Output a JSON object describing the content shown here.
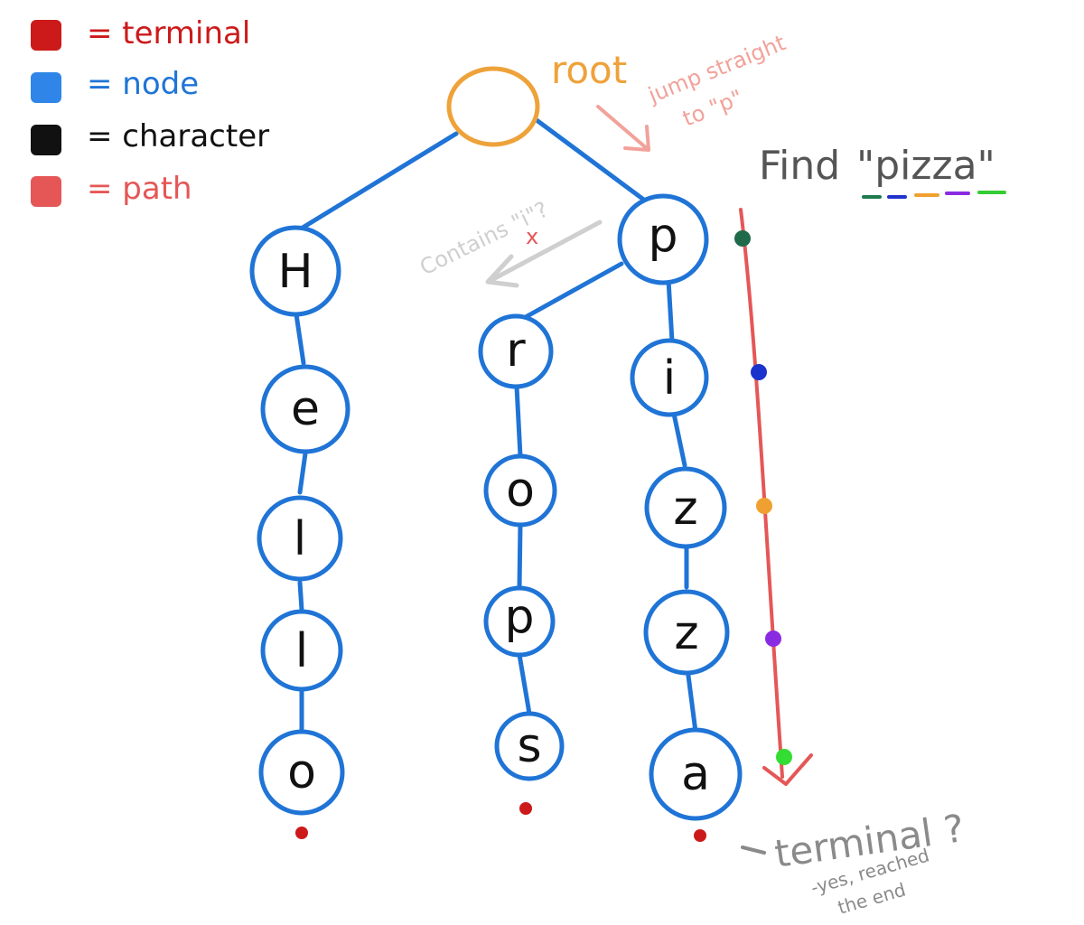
{
  "legend": [
    {
      "label": "= terminal",
      "color": "#cc1a1a"
    },
    {
      "label": "= node",
      "color": "#1f74d6"
    },
    {
      "label": "= character",
      "color": "#111111"
    },
    {
      "label": "= path",
      "color": "#e55757"
    }
  ],
  "root_label": "root",
  "jump_note": [
    "jump straight",
    "to \"p\""
  ],
  "contains_note": "Contains \"i\"?",
  "x_mark": "x",
  "find_prefix": "Find",
  "find_word": "\"pizza\"",
  "letter_underline_colors": [
    "#1f7a4f",
    "#2233cc",
    "#f0a030",
    "#8a2be2",
    "#33cc33"
  ],
  "path_dot_colors": [
    "#1f6a4a",
    "#1a33cc",
    "#f0a030",
    "#8a2be2",
    "#33dd33"
  ],
  "nodes": {
    "H": "H",
    "e": "e",
    "l1": "l",
    "l2": "l",
    "o1": "o",
    "r": "r",
    "o2": "o",
    "p2": "p",
    "s": "s",
    "p1": "p",
    "i": "i",
    "z1": "z",
    "z2": "z",
    "a": "a"
  },
  "terminal_note": "terminal ?",
  "terminal_answer": [
    "-yes, reached",
    "the end"
  ],
  "colors": {
    "node": "#1f74d6",
    "root": "#eea23a",
    "path": "#e55757",
    "terminal": "#cc1a1a",
    "gray": "#8a8a8a",
    "light_gray": "#cfcfcf",
    "salmon": "#f2a29a"
  }
}
